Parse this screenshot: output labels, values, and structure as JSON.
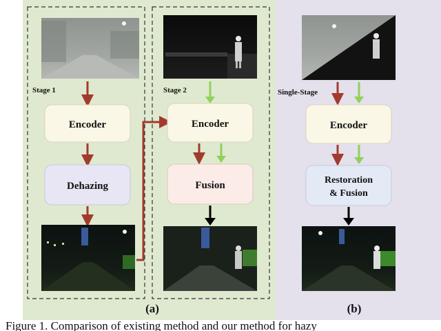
{
  "panel_a": {
    "label": "(a)",
    "stage1": {
      "label": "Stage 1",
      "encoder": "Encoder",
      "dehazing": "Dehazing"
    },
    "stage2": {
      "label": "Stage 2",
      "encoder": "Encoder",
      "fusion": "Fusion"
    }
  },
  "panel_b": {
    "label": "(b)",
    "stage": {
      "label": "Single-Stage",
      "encoder": "Encoder",
      "restoration_line1": "Restoration",
      "restoration_line2": "& Fusion"
    }
  },
  "caption": "Figure 1. Comparison of existing method and our method for hazy",
  "colors": {
    "panel_a_bg": "#dfe9cf",
    "panel_b_bg": "#e4e0ec",
    "encoder_fill": "#fbf7e6",
    "dehazing_fill": "#e8e6f4",
    "fusion_fill": "#fbece8",
    "restoration_fill": "#e3eaf6",
    "visible_arrow": "#a23a2e",
    "infrared_arrow": "#8fd15a",
    "output_arrow": "#000000"
  },
  "icons": [
    "hazy-visible-image",
    "infrared-image",
    "dehazed-image",
    "fused-image"
  ]
}
